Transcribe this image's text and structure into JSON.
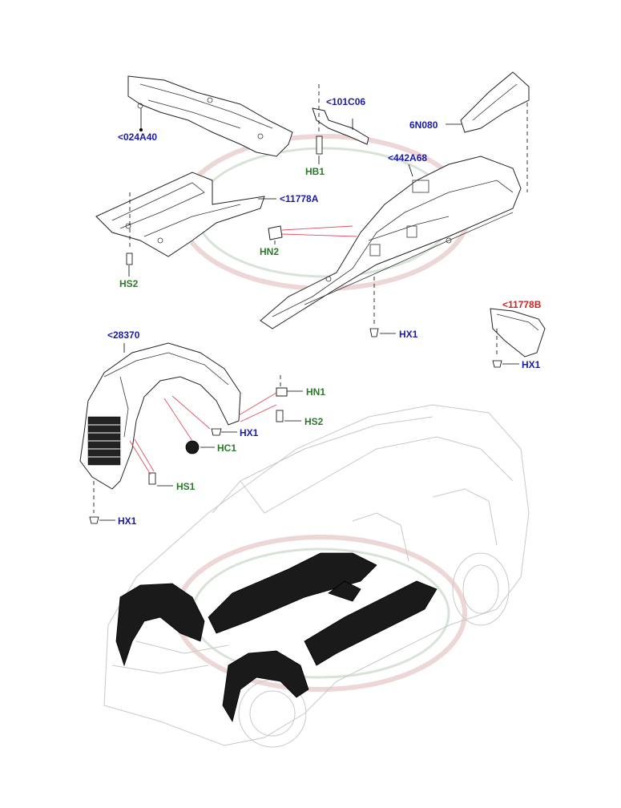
{
  "colors": {
    "blue_label": "#1a1aa8",
    "green_label": "#2a7a2a",
    "red_label": "#d42020",
    "dark_label": "#222222"
  },
  "labels": {
    "p024A40": "<024A40",
    "p101C06": "<101C06",
    "p6N080": "6N080",
    "pHB1": "HB1",
    "p442A68": "<442A68",
    "p11778A": "<11778A",
    "pHN2": "HN2",
    "pHS2_top": "HS2",
    "pHX1_mid": "HX1",
    "p11778B": "<11778B",
    "pHX1_right": "HX1",
    "p28370": "<28370",
    "pHN1": "HN1",
    "pHS2_mid": "HS2",
    "pHX1_wheel": "HX1",
    "pHC1": "HC1",
    "pHS1": "HS1",
    "pHX1_low": "HX1"
  }
}
